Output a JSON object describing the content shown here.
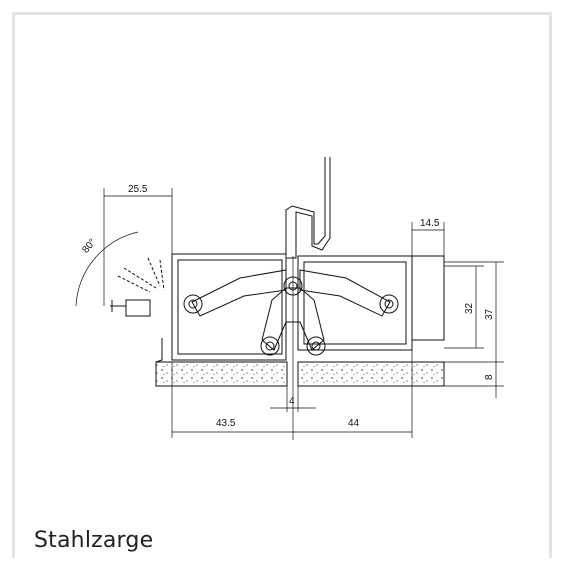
{
  "caption": "Stahlzarge",
  "dimensions": {
    "top_left": "25.5",
    "angle": "80°",
    "top_right": "14.5",
    "right_inner": "32",
    "right_outer": "37",
    "right_bottom": "8",
    "gap": "4",
    "bottom_left": "43.5",
    "bottom_right": "44"
  },
  "colors": {
    "line": "#111111",
    "frame": "#e3e3e3",
    "caption": "#222222"
  }
}
